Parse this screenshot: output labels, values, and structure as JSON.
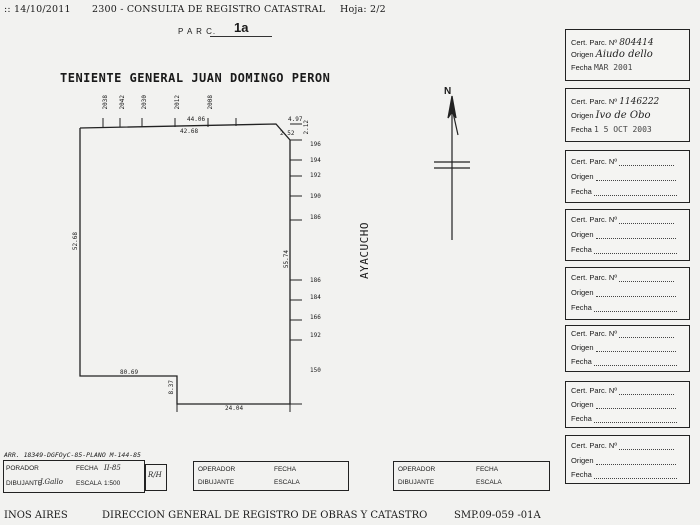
{
  "header": {
    "date": ":: 14/10/2011",
    "title": "2300 - CONSULTA DE REGISTRO CATASTRAL",
    "page": "Hoja: 2/2"
  },
  "parcel": {
    "label": "P A R C.",
    "value": "1a"
  },
  "street_top": "TENIENTE GENERAL JUAN DOMINGO PERON",
  "street_right": "AYACUCHO",
  "north": "N",
  "plan": {
    "top_numbers": [
      "2038",
      "2042",
      "2030",
      "2012",
      "2008"
    ],
    "top_dims": [
      "44.06",
      "42.68"
    ],
    "corner_dims": [
      "4.97",
      "2.52",
      "2.12"
    ],
    "left_dim": "52.68",
    "right_dim": "55.74",
    "right_numbers": [
      "196",
      "194",
      "192",
      "190",
      "186",
      "186",
      "184",
      "166",
      "192",
      "150"
    ],
    "bottom_inner_dim": "80.69",
    "bottom_step_dim": "8.37",
    "bottom_dim": "24.04"
  },
  "cards": [
    {
      "parc_label": "Cert. Parc. Nº",
      "parc_value": "804414",
      "origen_label": "Origen",
      "origen_value": "Aiudo dello",
      "fecha_label": "Fecha",
      "fecha_value": "MAR 2001"
    },
    {
      "parc_label": "Cert. Parc. Nº",
      "parc_value": "1146222",
      "origen_label": "Origen",
      "origen_value": "Ivo de Obo",
      "fecha_label": "Fecha",
      "fecha_value": "1 5 OCT 2003"
    },
    {
      "parc_label": "Cert. Parc. Nº",
      "parc_value": "",
      "origen_label": "Origen",
      "origen_value": "",
      "fecha_label": "Fecha",
      "fecha_value": ""
    },
    {
      "parc_label": "Cert. Parc. Nº",
      "parc_value": "",
      "origen_label": "Origen",
      "origen_value": "",
      "fecha_label": "Fecha",
      "fecha_value": ""
    },
    {
      "parc_label": "Cert. Parc. Nº",
      "parc_value": "",
      "origen_label": "Origen",
      "origen_value": "",
      "fecha_label": "Fecha",
      "fecha_value": ""
    },
    {
      "parc_label": "Cert. Parc. Nº",
      "parc_value": "",
      "origen_label": "Origen",
      "origen_value": "",
      "fecha_label": "Fecha",
      "fecha_value": ""
    },
    {
      "parc_label": "Cert. Parc. Nº",
      "parc_value": "",
      "origen_label": "Origen",
      "origen_value": "",
      "fecha_label": "Fecha",
      "fecha_value": ""
    },
    {
      "parc_label": "Cert. Parc. Nº",
      "parc_value": "",
      "origen_label": "Origen",
      "origen_value": "",
      "fecha_label": "Fecha",
      "fecha_value": ""
    }
  ],
  "plan_reference": "ARR. 18349-DGFOyC-85-PLANO M-144-85",
  "title_blocks": [
    {
      "operador_label": "PORADOR",
      "fecha_label": "FECHA",
      "fecha_value": "II-85",
      "dibujante_label": "DIBUJANTE",
      "dibujante_value": "J.Gallo",
      "escala_label": "ESCALA",
      "escala_value": "1:500",
      "stamp": "R/H"
    },
    {
      "operador_label": "OPERADOR",
      "fecha_label": "FECHA",
      "dibujante_label": "DIBUJANTE",
      "escala_label": "ESCALA"
    },
    {
      "operador_label": "OPERADOR",
      "fecha_label": "FECHA",
      "dibujante_label": "DIBUJANTE",
      "escala_label": "ESCALA"
    }
  ],
  "footer": {
    "left": "INOS AIRES",
    "center": "DIRECCION GENERAL DE REGISTRO DE OBRAS Y CATASTRO",
    "right": "SMP.09-059 -01A"
  }
}
